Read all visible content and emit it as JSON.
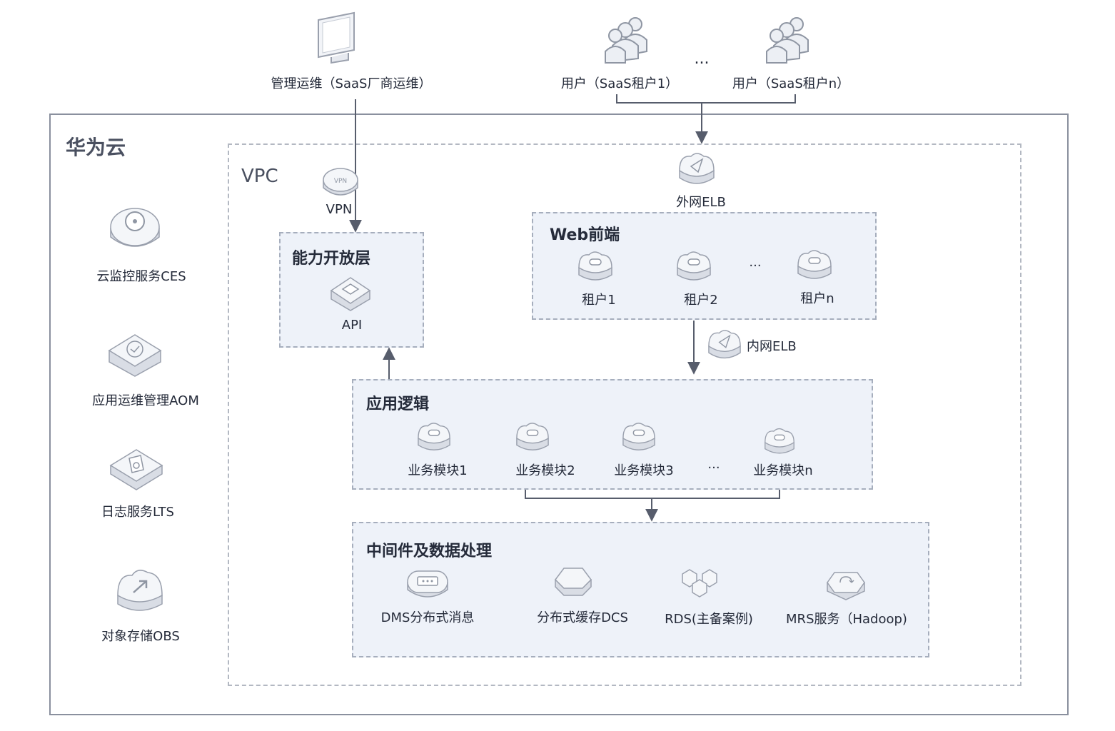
{
  "cloud": {
    "name": "华为云"
  },
  "vpc": {
    "name": "VPC"
  },
  "top": {
    "ops": "管理运维（SaaS厂商运维）",
    "tenant1": "用户（SaaS租户1）",
    "tenantn": "用户（SaaS租户n）",
    "ellipsis": "..."
  },
  "sidebar": {
    "ces": "云监控服务CES",
    "aom": "应用运维管理AOM",
    "lts": "日志服务LTS",
    "obs": "对象存储OBS"
  },
  "network": {
    "vpn": "VPN",
    "external_elb": "外网ELB",
    "internal_elb": "内网ELB"
  },
  "capability": {
    "title": "能力开放层",
    "api": "API"
  },
  "web": {
    "title": "Web前端",
    "t1": "租户1",
    "t2": "租户2",
    "tn": "租户n",
    "ellipsis": "···"
  },
  "app": {
    "title": "应用逻辑",
    "m1": "业务模块1",
    "m2": "业务模块2",
    "m3": "业务模块3",
    "mn": "业务模块n",
    "ellipsis": "···"
  },
  "middleware": {
    "title": "中间件及数据处理",
    "dms": "DMS分布式消息",
    "dcs": "分布式缓存DCS",
    "rds": "RDS(主备案例)",
    "mrs": "MRS服务（Hadoop)"
  }
}
